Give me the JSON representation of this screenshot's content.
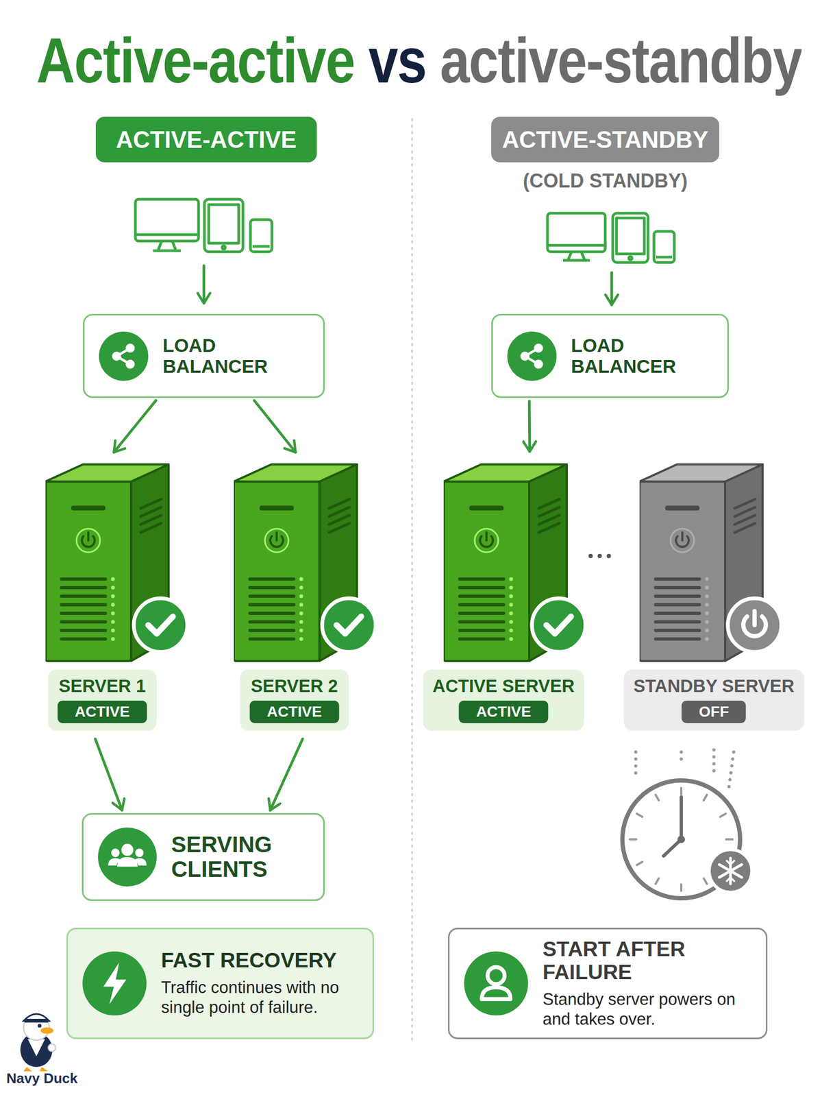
{
  "diagram": {
    "title": "Active-active vs active-standby",
    "nodes": [
      {
        "text": [
          "ACTIVE-ACTIVE"
        ]
      },
      {
        "text": [
          "ACTIVE-STANDBY",
          "(COLD STANDBY)"
        ]
      },
      {
        "text": [
          "LOAD BALANCER"
        ]
      },
      {
        "text": [
          "LOAD BALANCER"
        ]
      },
      {
        "text": [
          "SERVER 1",
          "ACTIVE"
        ]
      },
      {
        "text": [
          "SERVER 2",
          "ACTIVE"
        ]
      },
      {
        "text": [
          "ACTIVE SERVER",
          "ACTIVE"
        ]
      },
      {
        "text": [
          "STANDBY SERVER",
          "OFF"
        ]
      },
      {
        "text": [
          "SERVING CLIENTS"
        ]
      },
      {
        "text": [
          "FAST RECOVERY",
          "Traffic continues with no single point of failure."
        ]
      },
      {
        "text": [
          "START AFTER FAILURE",
          "Standby server powers on and takes over."
        ]
      }
    ],
    "edges": [
      {
        "from": 2,
        "to": 4,
        "arrow": "to"
      },
      {
        "from": 2,
        "to": 5,
        "arrow": "to"
      },
      {
        "from": 4,
        "to": 8,
        "arrow": "to"
      },
      {
        "from": 5,
        "to": 8,
        "arrow": "to"
      },
      {
        "from": 3,
        "to": 6,
        "arrow": "to"
      },
      {
        "from": 6,
        "to": 7,
        "arrow": "none"
      }
    ],
    "labels": [
      "Navy Duck"
    ]
  }
}
